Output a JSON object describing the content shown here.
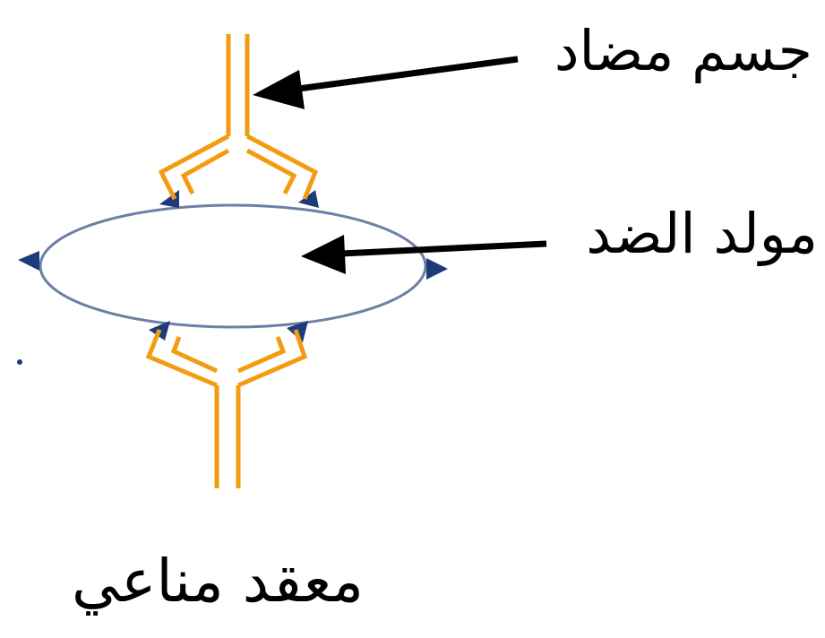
{
  "labels": {
    "antibody": "جسم مضاد",
    "antigen": "مولد الضد",
    "complex": "معقد مناعي"
  },
  "colors": {
    "antibody": "#f39c12",
    "antigen_outline": "#6e7fa6",
    "binding_site": "#1d3b7a",
    "arrow": "#000000"
  }
}
